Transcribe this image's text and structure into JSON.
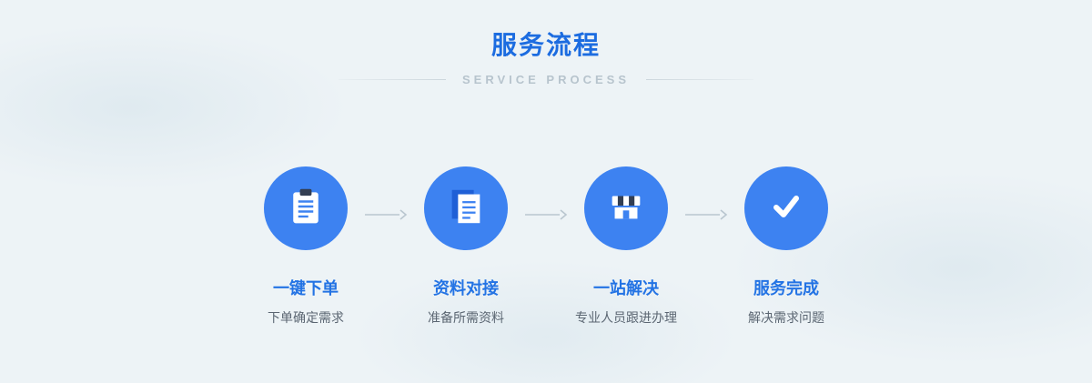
{
  "header": {
    "title": "服务流程",
    "subtitle": "SERVICE PROCESS"
  },
  "steps": [
    {
      "icon": "clipboard-order-icon",
      "title": "一键下单",
      "desc": "下单确定需求"
    },
    {
      "icon": "documents-icon",
      "title": "资料对接",
      "desc": "准备所需资料"
    },
    {
      "icon": "storefront-icon",
      "title": "一站解决",
      "desc": "专业人员跟进办理"
    },
    {
      "icon": "checkmark-icon",
      "title": "服务完成",
      "desc": "解决需求问题"
    }
  ],
  "colors": {
    "accent_blue": "#2373e4",
    "title_blue": "#1c6ce0",
    "circle_blue": "#3d82f1",
    "icon_dark_navy": "#333e52",
    "doc_back_blue": "#1f5fd6",
    "arrow_gray": "#b9c6cf",
    "subtitle_gray": "#b7c4cd",
    "background": "#edf3f6"
  }
}
